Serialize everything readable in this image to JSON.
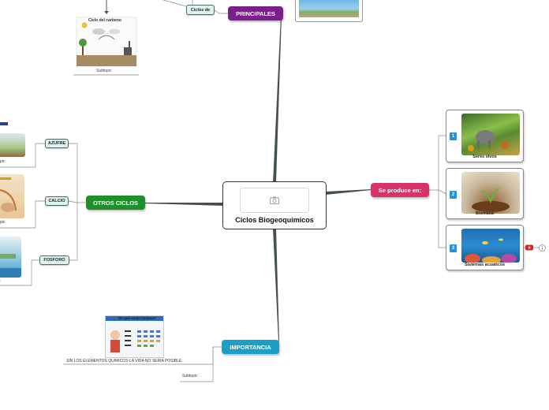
{
  "central": {
    "title": "Ciclos Biogeoquimicos",
    "icon": "camera-icon"
  },
  "principales": {
    "label": "PRINCIPALES",
    "color": "#7a1f8c",
    "subtopic": "Ciclos de",
    "diagram_title": "Ciclo del carbono",
    "diagram_caption": "Subtopic"
  },
  "otros_ciclos": {
    "label": "OTROS CICLOS",
    "color": "#1f8f2b",
    "items": [
      {
        "label": "AZUFRE",
        "caption": "pic"
      },
      {
        "label": "CALCIO",
        "caption": "pic"
      },
      {
        "label": "FOSFORO",
        "caption": ":"
      }
    ]
  },
  "produce": {
    "label": "Se produce en:",
    "color": "#d6336c",
    "cards": [
      {
        "number": "1",
        "label": "Seres vivos"
      },
      {
        "number": "2",
        "label": "Biomasa"
      },
      {
        "number": "3",
        "label": "Sistemas acuaticos"
      }
    ],
    "video_icon": "youtube-icon",
    "info_icon": "info-icon"
  },
  "importancia": {
    "label": "IMPORTANCIA",
    "color": "#1aa0c8",
    "fact_title": "De qué están hechos?",
    "note": "SIN LOS ELEMENTOS QUIMICOS LA VIDA NO SERIA POSIBLE.",
    "subtopic": "Subtopic"
  }
}
